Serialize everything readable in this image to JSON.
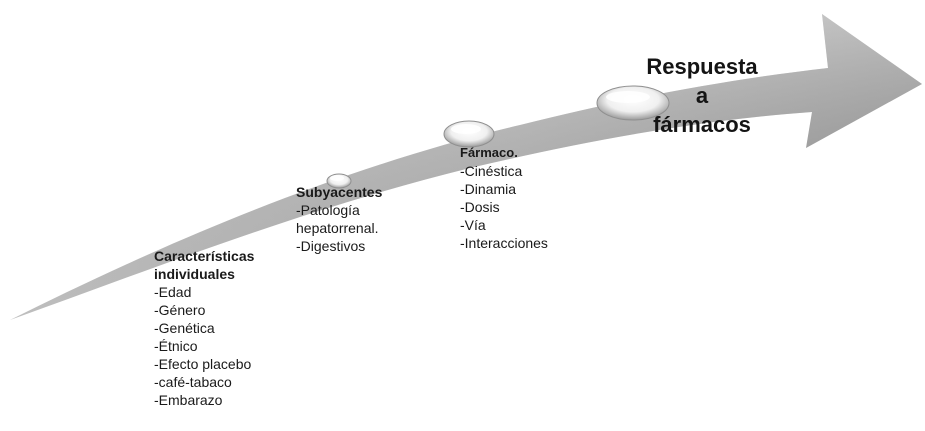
{
  "title": {
    "lines": [
      "Respuesta",
      "a",
      "fármacos"
    ]
  },
  "blocks": {
    "caracteristicas": {
      "heading_lines": [
        "Características",
        "individuales"
      ],
      "items": [
        "-Edad",
        "-Género",
        "-Genética",
        "-Étnico",
        "-Efecto placebo",
        "-café-tabaco",
        "-Embarazo"
      ]
    },
    "subyacentes": {
      "heading_lines": [
        "Subyacentes"
      ],
      "items": [
        "-Patología",
        "hepatorrenal.",
        "-Digestivos"
      ]
    },
    "farmaco": {
      "heading_lines": [
        "Fármaco."
      ],
      "items": [
        "-Cinéstica",
        "-Dinamia",
        "-Dosis",
        "-Vía",
        "-Interacciones"
      ]
    }
  },
  "colors": {
    "arrow_light": "#d6d6d6",
    "arrow_dark": "#a3a3a3",
    "text": "#1a1a1a"
  }
}
